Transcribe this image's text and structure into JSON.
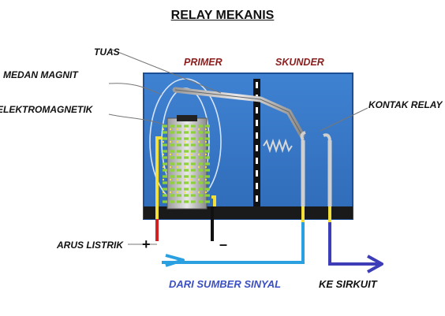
{
  "title": "RELAY MEKANIS",
  "labels": {
    "tuas": "TUAS",
    "primer": "PRIMER",
    "skunder": "SKUNDER",
    "medan_magnit": "MEDAN MAGNIT",
    "elektromagnetik": "ELEKTROMAGNETIK",
    "kontak_relay": "KONTAK RELAY",
    "arus_listrik": "ARUS LISTRIK",
    "plus": "+",
    "minus": "–",
    "dari_sumber_sinyal": "DARI SUMBER SINYAL",
    "ke_sirkuit": "KE SIRKUIT"
  },
  "colors": {
    "panel": "#3a78c8",
    "panel_edge": "#1d4f96",
    "base": "#1a1a1a",
    "coil_green": "#8fd13a",
    "coil_yellow": "#f2df3a",
    "primer_text": "#8b1d1d",
    "signal_arrow": "#2aa0e0",
    "circuit_arrow": "#3d3db8",
    "signal_text": "#3b4fc4",
    "wire_red": "#d42020"
  }
}
